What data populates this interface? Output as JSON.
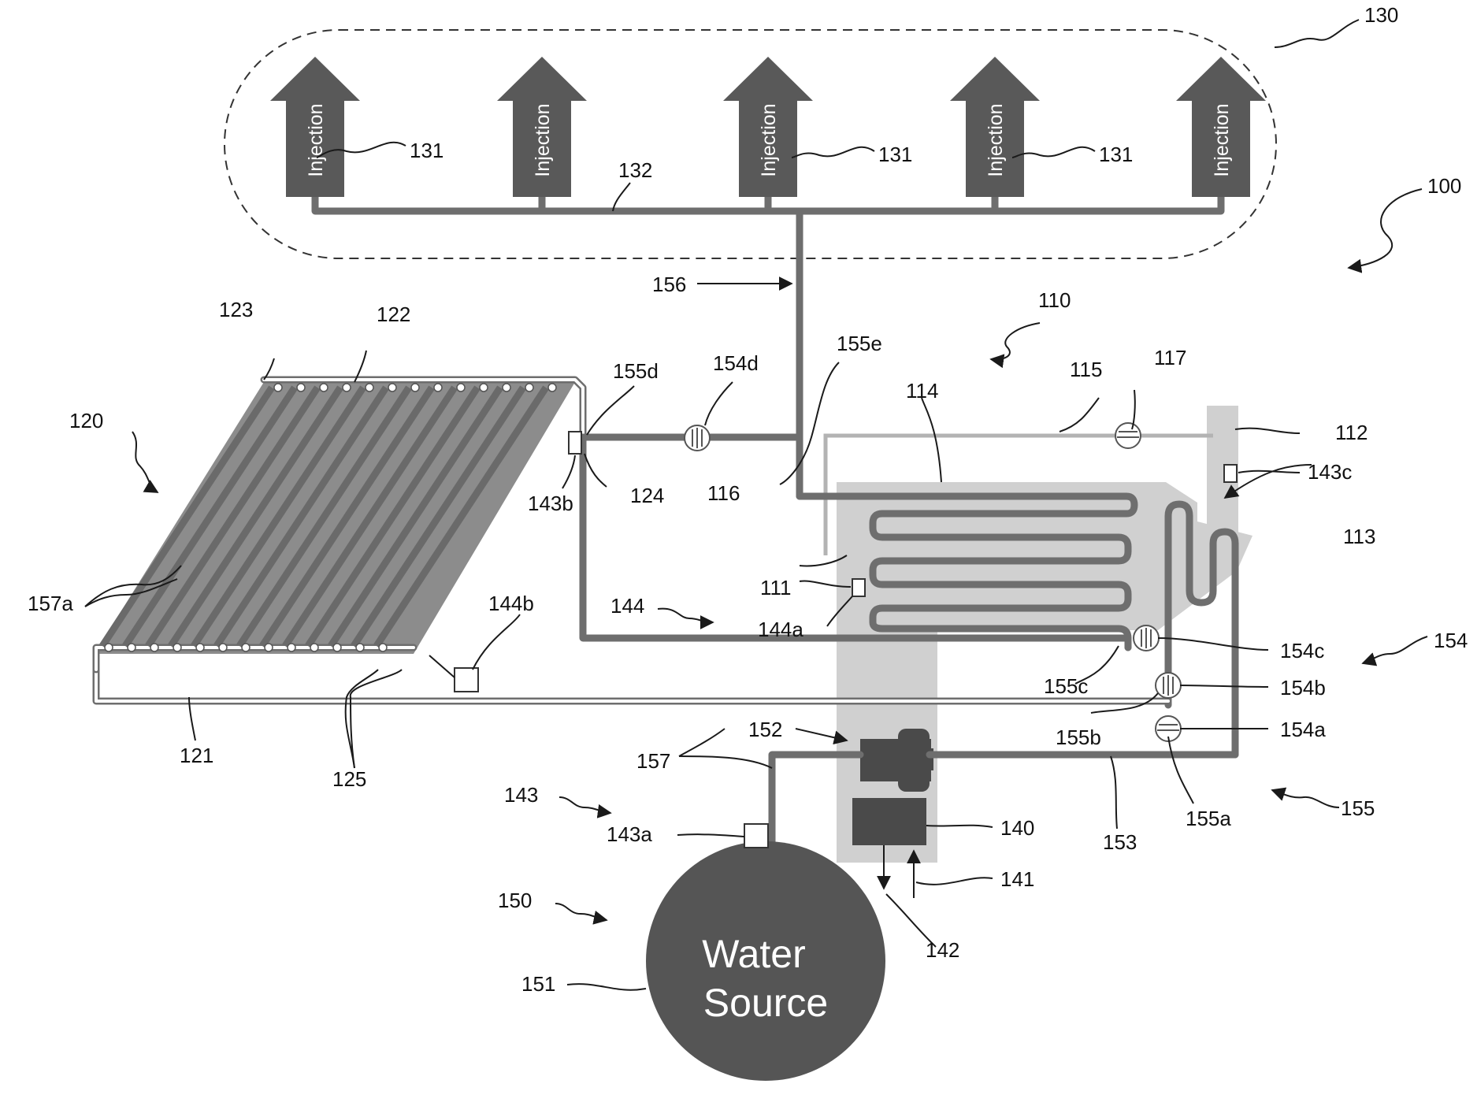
{
  "injection": {
    "arrow_text": "Injection",
    "count": 5
  },
  "water_source": {
    "line1": "Water",
    "line2": "Source"
  },
  "labels": {
    "l100": "100",
    "l110": "110",
    "l111": "111",
    "l112": "112",
    "l113": "113",
    "l114": "114",
    "l115": "115",
    "l116": "116",
    "l117": "117",
    "l120": "120",
    "l121": "121",
    "l122": "122",
    "l123": "123",
    "l124": "124",
    "l125": "125",
    "l130": "130",
    "l131a": "131",
    "l131b": "131",
    "l131c": "131",
    "l132": "132",
    "l140": "140",
    "l141": "141",
    "l142": "142",
    "l143": "143",
    "l143a": "143a",
    "l143b": "143b",
    "l143c": "143c",
    "l144": "144",
    "l144a": "144a",
    "l144b": "144b",
    "l150": "150",
    "l151": "151",
    "l152": "152",
    "l153": "153",
    "l154": "154",
    "l154a": "154a",
    "l154b": "154b",
    "l154c": "154c",
    "l154d": "154d",
    "l155": "155",
    "l155a": "155a",
    "l155b": "155b",
    "l155c": "155c",
    "l155d": "155d",
    "l155e": "155e",
    "l156": "156",
    "l157": "157",
    "l157a": "157a"
  },
  "colors": {
    "pipe": "#6e6e6e",
    "injection_arrow": "#595959",
    "tank": "#555555",
    "heat_pump_zone": "#cfcfcf",
    "solar_collector": "#8c8c8c",
    "thin_line": "#b3b3b3"
  }
}
